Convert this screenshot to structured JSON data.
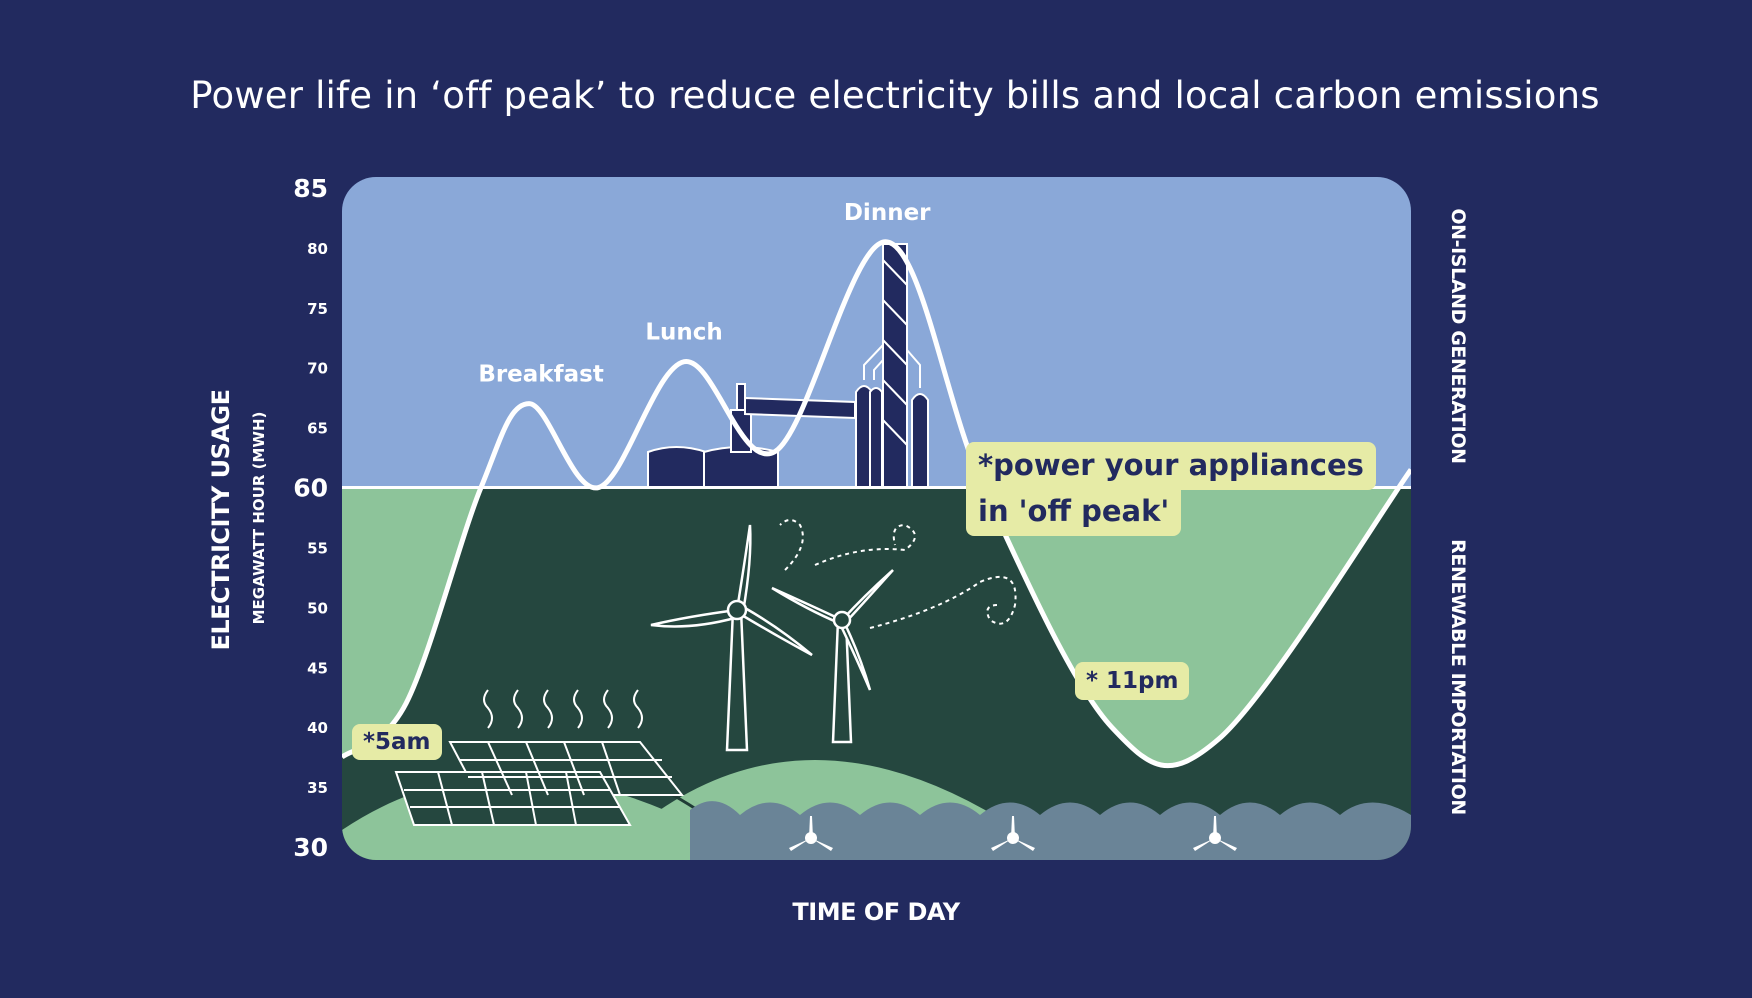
{
  "title": "Power life in ‘off peak’ to reduce electricity bills  and local carbon emissions",
  "chart_data": {
    "type": "area",
    "ylabel": "ELECTRICITY USAGE",
    "ylabel_sub": "MEGAWATT HOUR (MWH)",
    "xlabel": "TIME OF DAY",
    "ylim": [
      30,
      85
    ],
    "yticks": [
      85,
      80,
      75,
      70,
      65,
      60,
      55,
      50,
      45,
      40,
      35,
      30
    ],
    "threshold": 60,
    "regions": {
      "above": "ON-ISLAND GENERATION",
      "below": "RENEWABLE IMPORTATION"
    },
    "points": [
      {
        "x": 0.0,
        "y": 37.5
      },
      {
        "x": 0.06,
        "y": 42
      },
      {
        "x": 0.13,
        "y": 60
      },
      {
        "x": 0.175,
        "y": 67
      },
      {
        "x": 0.24,
        "y": 60
      },
      {
        "x": 0.32,
        "y": 70.5
      },
      {
        "x": 0.405,
        "y": 63
      },
      {
        "x": 0.51,
        "y": 80.5
      },
      {
        "x": 0.6,
        "y": 60
      },
      {
        "x": 0.72,
        "y": 40
      },
      {
        "x": 0.82,
        "y": 39
      },
      {
        "x": 1.0,
        "y": 61.5
      }
    ],
    "peaks": [
      {
        "label": "Breakfast",
        "value": 67
      },
      {
        "label": "Lunch",
        "value": 70.5
      },
      {
        "label": "Dinner",
        "value": 80.5
      }
    ],
    "annotations": [
      {
        "line1": "*power your appliances",
        "line2": "in 'off peak'"
      },
      {
        "text": "*5am",
        "value": 37.5
      },
      {
        "text": "* 11pm",
        "value": 39
      }
    ]
  },
  "colors": {
    "background": "#222a5f",
    "sky": "#8aa8d8",
    "dark_green": "#25473f",
    "light_green": "#8dc49a",
    "sea": "#6a8497",
    "callout": "#e6eba6",
    "navy": "#222a5f"
  }
}
